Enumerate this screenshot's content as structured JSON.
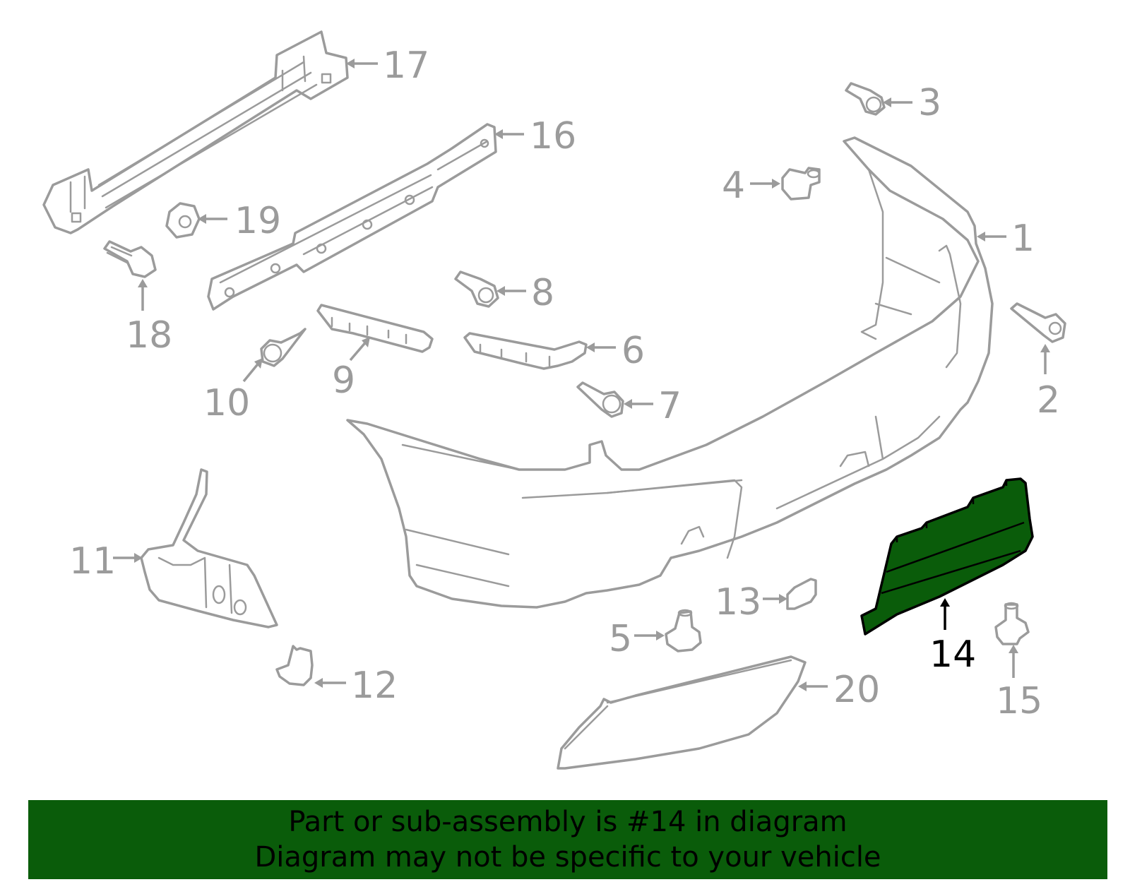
{
  "diagram": {
    "highlight_color": "#0a5c0a",
    "line_color": "#9b9b9b",
    "callouts": [
      {
        "id": "1",
        "label": "1"
      },
      {
        "id": "2",
        "label": "2"
      },
      {
        "id": "3",
        "label": "3"
      },
      {
        "id": "4",
        "label": "4"
      },
      {
        "id": "5",
        "label": "5"
      },
      {
        "id": "6",
        "label": "6"
      },
      {
        "id": "7",
        "label": "7"
      },
      {
        "id": "8",
        "label": "8"
      },
      {
        "id": "9",
        "label": "9"
      },
      {
        "id": "10",
        "label": "10"
      },
      {
        "id": "11",
        "label": "11"
      },
      {
        "id": "12",
        "label": "12"
      },
      {
        "id": "13",
        "label": "13"
      },
      {
        "id": "14",
        "label": "14",
        "highlighted": true
      },
      {
        "id": "15",
        "label": "15"
      },
      {
        "id": "16",
        "label": "16"
      },
      {
        "id": "17",
        "label": "17"
      },
      {
        "id": "18",
        "label": "18"
      },
      {
        "id": "19",
        "label": "19"
      },
      {
        "id": "20",
        "label": "20"
      }
    ]
  },
  "banner": {
    "background": "#0a5c0a",
    "line1": "Part or sub-assembly is #14 in diagram",
    "line2": "Diagram may not be specific to your vehicle"
  }
}
